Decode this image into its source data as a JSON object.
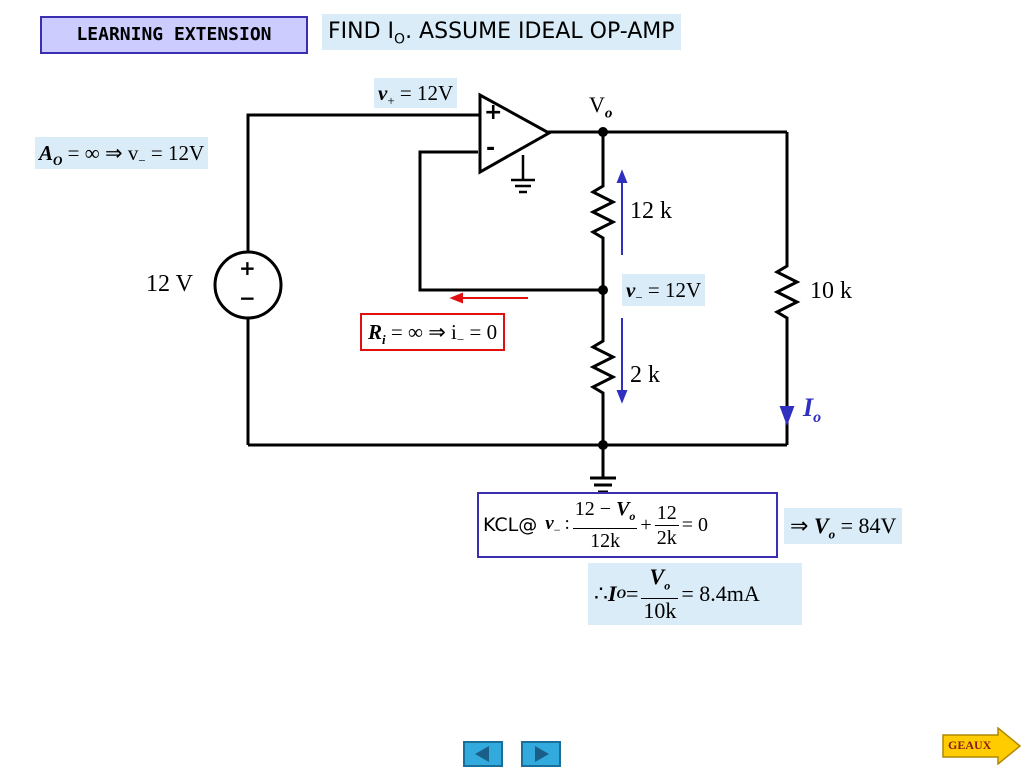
{
  "header": {
    "badge_label": "LEARNING EXTENSION",
    "title_prefix": "FIND I",
    "title_sub": "O",
    "title_suffix": ". ASSUME  IDEAL OP-AMP"
  },
  "annotations": {
    "vplus_label": "v",
    "vplus_sub": "+",
    "vplus_value": " = 12V",
    "ao_label": "A",
    "ao_sub": "O",
    "ao_text": " = ∞ ⇒ v",
    "ao_sub2": "−",
    "ao_value": " = 12V",
    "vminus_label": "v",
    "vminus_sub": "−",
    "vminus_value": " = 12V",
    "ri_label": "R",
    "ri_sub": "i",
    "ri_text": " = ∞ ⇒ i",
    "ri_sub2": "−",
    "ri_value": " = 0"
  },
  "circuit": {
    "source_label": "12 V",
    "source_plus": "+",
    "source_minus": "−",
    "opamp_plus": "+",
    "opamp_minus": "-",
    "vo_node_main": "V",
    "vo_node_sub": "o",
    "r1_label": "12 k",
    "r2_label": "2 k",
    "r3_label": "10 k",
    "io_label": "I",
    "io_sub": "o"
  },
  "equations": {
    "kcl_prefix": "KCL@",
    "kcl_node": "v",
    "kcl_node_sub": "−",
    "kcl_colon": ":",
    "frac1_num_a": "12 − ",
    "frac1_num_b": "V",
    "frac1_num_sub": "o",
    "frac1_den": "12k",
    "plus": "+",
    "frac2_num": "12",
    "frac2_den": "2k",
    "equals_zero": "= 0",
    "result_arrow": "⇒ ",
    "result_var": "V",
    "result_sub": "o",
    "result_value": " = 84V",
    "therefore": "∴ ",
    "io_var": "I",
    "io_sub": "O",
    "io_eq": " = ",
    "io_frac_num": "V",
    "io_frac_num_sub": "o",
    "io_frac_den": "10k",
    "io_value": " = 8.4mA"
  },
  "navigation": {
    "geaux_label": "GEAUX"
  },
  "colors": {
    "badge_bg": "#ccccff",
    "badge_border": "#3a2fb0",
    "highlight_bg": "#d9ecf7",
    "arrow_blue": "#3030c0",
    "arrow_red": "#e01010",
    "ri_border": "#e01010",
    "kcl_border": "#3a2fb0",
    "nav_button": "#33aadd",
    "geaux_fill": "#ffcc00"
  }
}
